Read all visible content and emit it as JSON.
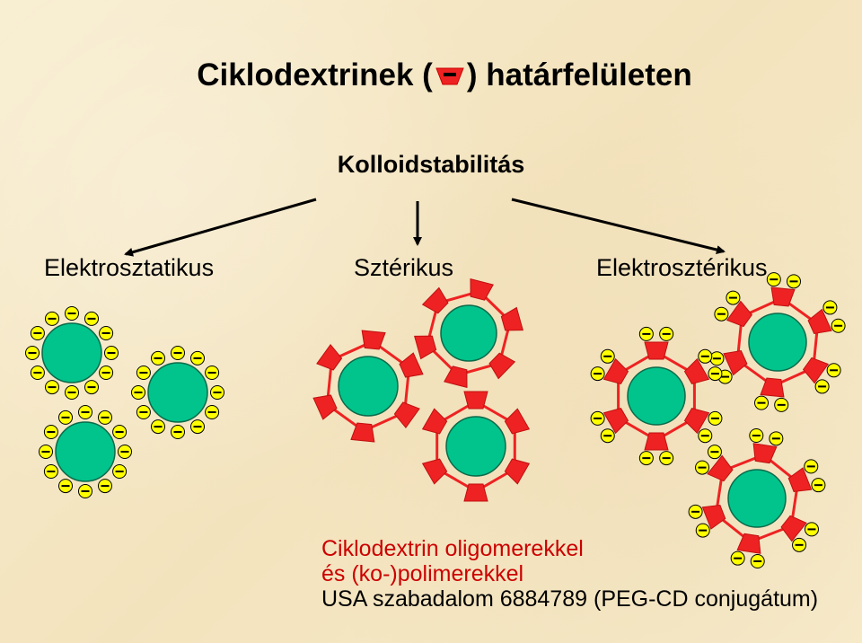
{
  "title": {
    "before": "Ciklodextrinek (",
    "after": ") határfelületen",
    "icon": "cyclodextrin-icon"
  },
  "subtitle": "Kolloidstabilitás",
  "categories": {
    "electrostatic": "Elektrosztatikus",
    "steric": "Sztérikus",
    "electrosteric": "Elektrosztérikus"
  },
  "charge_symbol": "−",
  "colors": {
    "particle": "#00c48c",
    "cyclodextrin": "#ee2222",
    "charge": "#ffff00",
    "arrow": "#000000",
    "note_red": "#cc0000"
  },
  "note": {
    "line1": "Ciklodextrin oligomerekkel",
    "line2": "és (ko-)polimerekkel",
    "line3": "USA szabadalom 6884789 (PEG-CD conjugátum)"
  }
}
